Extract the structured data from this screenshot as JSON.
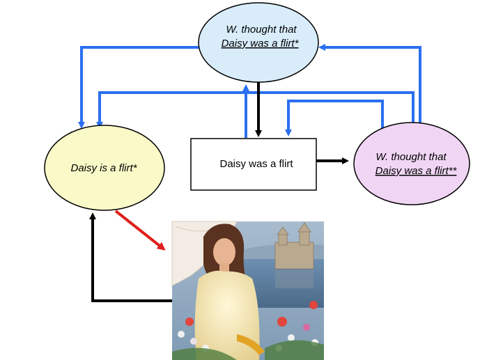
{
  "nodes": {
    "top": {
      "line1": "W. thought that",
      "line2": "Daisy was a flirt*",
      "fill": "#d8ecfa"
    },
    "left": {
      "label": "Daisy is a flirt*",
      "fill": "#fafac8"
    },
    "center": {
      "label": "Daisy was a flirt",
      "fill": "#ffffff"
    },
    "right": {
      "line1": "W. thought that",
      "line2": "Daisy was a flirt**",
      "fill": "#f0d6f4"
    }
  },
  "picture": {
    "description_icon": "painting-icon"
  },
  "colors": {
    "blue": "#2b6ff0",
    "black": "#000000",
    "red": "#e0201c"
  }
}
